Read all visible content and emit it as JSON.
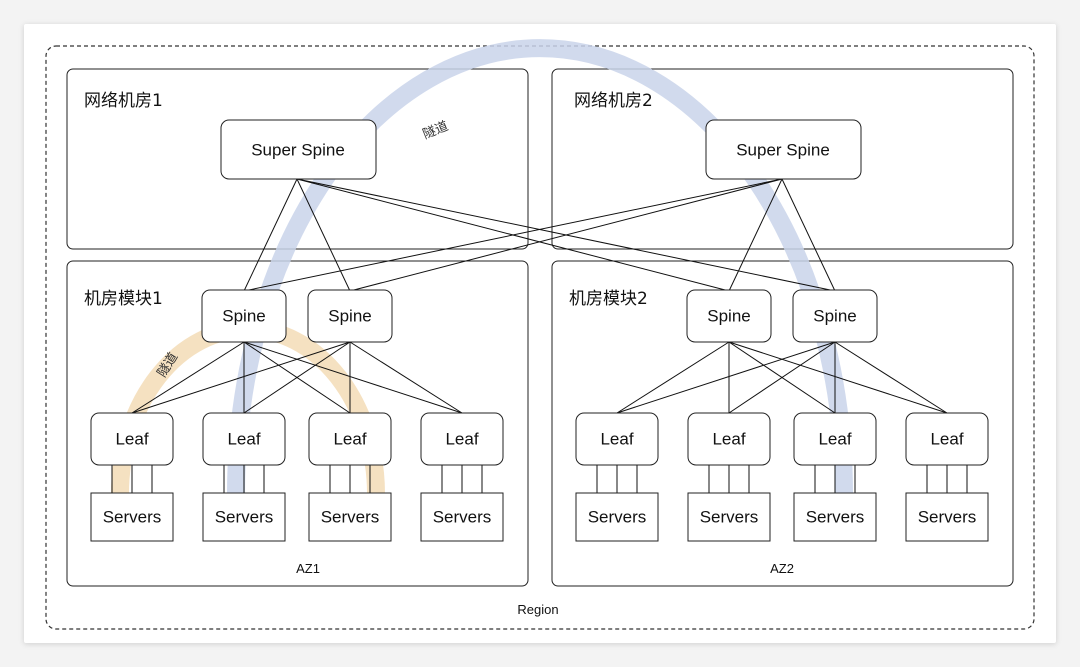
{
  "region": {
    "label": "Region"
  },
  "rooms": {
    "network_room_1": {
      "title": "网络机房1",
      "super_spine": "Super Spine"
    },
    "network_room_2": {
      "title": "网络机房2",
      "super_spine": "Super Spine"
    },
    "module_1": {
      "title": "机房模块1",
      "az": "AZ1",
      "spines": [
        "Spine",
        "Spine"
      ],
      "leaves": [
        "Leaf",
        "Leaf",
        "Leaf",
        "Leaf"
      ],
      "servers": [
        "Servers",
        "Servers",
        "Servers",
        "Servers"
      ]
    },
    "module_2": {
      "title": "机房模块2",
      "az": "AZ2",
      "spines": [
        "Spine",
        "Spine"
      ],
      "leaves": [
        "Leaf",
        "Leaf",
        "Leaf",
        "Leaf"
      ],
      "servers": [
        "Servers",
        "Servers",
        "Servers",
        "Servers"
      ]
    }
  },
  "tunnels": [
    {
      "label": "隧道",
      "color": "#c9d4ea"
    },
    {
      "label": "隧道",
      "color": "#f3dcb6"
    }
  ]
}
